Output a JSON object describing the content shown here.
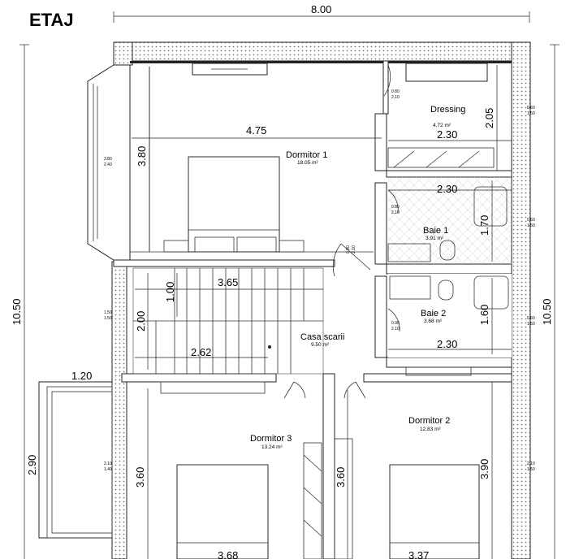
{
  "title": "ETAJ",
  "dimensions": {
    "overall_width": "8.00",
    "overall_height_left": "10.50",
    "overall_height_right": "10.50",
    "dormitor1_width": "4.75",
    "dormitor1_height": "3.80",
    "dressing_width": "2.30",
    "dressing_height": "2.05",
    "baie1_width": "2.30",
    "baie1_height": "1.70",
    "stair_width": "3.65",
    "stair_step": "1.00",
    "stair_height": "2.00",
    "stair_landing": "2.62",
    "baie2_height": "1.60",
    "baie2_width": "2.30",
    "balcony_width": "1.20",
    "balcony_height": "2.90",
    "dormitor3_height": "3.60",
    "corridor_height": "3.60",
    "dormitor2_height": "3.90",
    "dormitor3_width": "3.68",
    "dormitor2_width": "3.37"
  },
  "rooms": {
    "dormitor1": {
      "name": "Dormitor 1",
      "area": "18.05 m²"
    },
    "dressing": {
      "name": "Dressing",
      "area": "4.72 m²"
    },
    "baie1": {
      "name": "Baie 1",
      "area": "3.91 m²"
    },
    "baie2": {
      "name": "Baie 2",
      "area": "3.68 m²"
    },
    "casa_scarii": {
      "name": "Casa scarii",
      "area": "9.50 m²"
    },
    "dormitor2": {
      "name": "Dormitor 2",
      "area": "12.83 m²"
    },
    "dormitor3": {
      "name": "Dormitor 3",
      "area": "13.24 m²"
    }
  },
  "openings": {
    "w_left_top_a": "3.80",
    "w_left_top_b": "2.40",
    "w_left_mid_a": "1.50",
    "w_left_mid_b": "1.50",
    "w_left_bot_a": "2.10",
    "w_left_bot_b": "1.40",
    "w_right_1_a": "0.60",
    "w_right_1_b": "1.50",
    "w_right_2_a": "0.60",
    "w_right_2_b": "1.50",
    "w_right_3_a": "0.60",
    "w_right_3_b": "1.50",
    "w_right_4_a": "2.10",
    "w_right_4_b": "1.50",
    "d_dressing_a": "0.80",
    "d_dressing_b": "2.10",
    "d_baie1_a": "0.80",
    "d_baie1_b": "2.10",
    "d_baie2_a": "0.90",
    "d_baie2_b": "2.10",
    "d_stair_a": "0.90",
    "d_stair_b": "2.10"
  }
}
